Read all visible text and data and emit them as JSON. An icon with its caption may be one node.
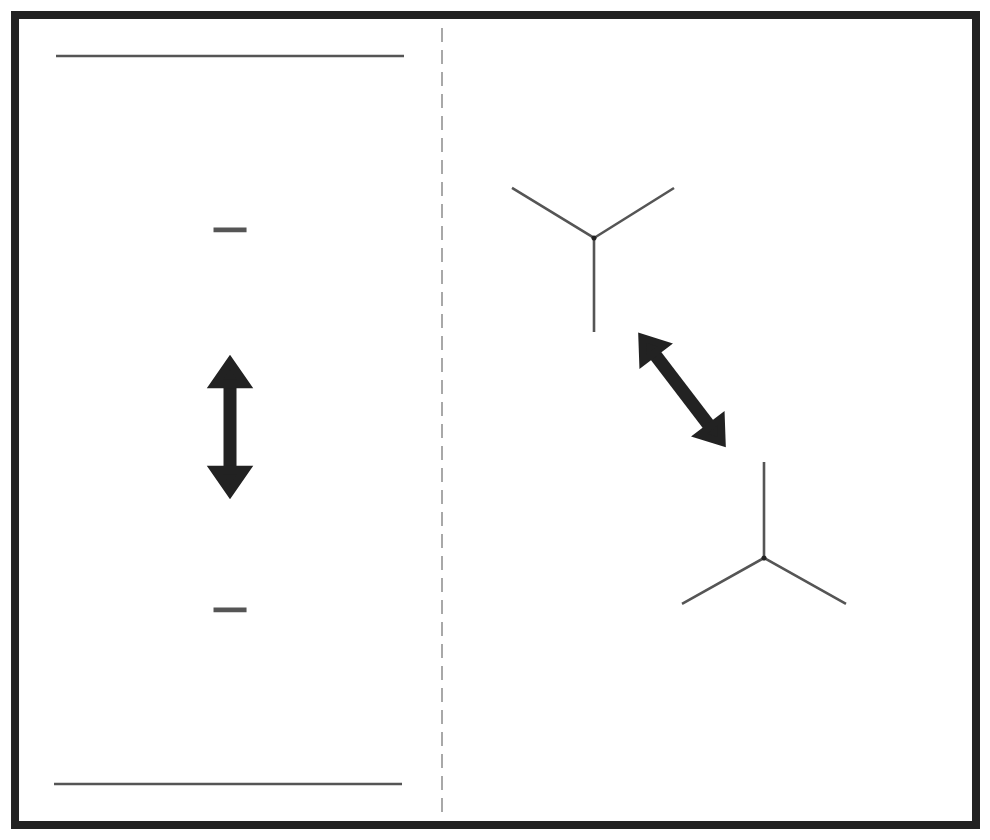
{
  "diagram": {
    "nodes": [
      {
        "text": [
          "−"
        ]
      },
      {
        "text": [
          "−"
        ]
      },
      {
        "text": [],
        "shape": "picture"
      },
      {
        "text": [],
        "shape": "picture"
      }
    ],
    "edges": [
      {
        "from": 0,
        "to": 1,
        "arrow": "both"
      },
      {
        "from": 2,
        "to": 3,
        "arrow": "both"
      }
    ]
  }
}
